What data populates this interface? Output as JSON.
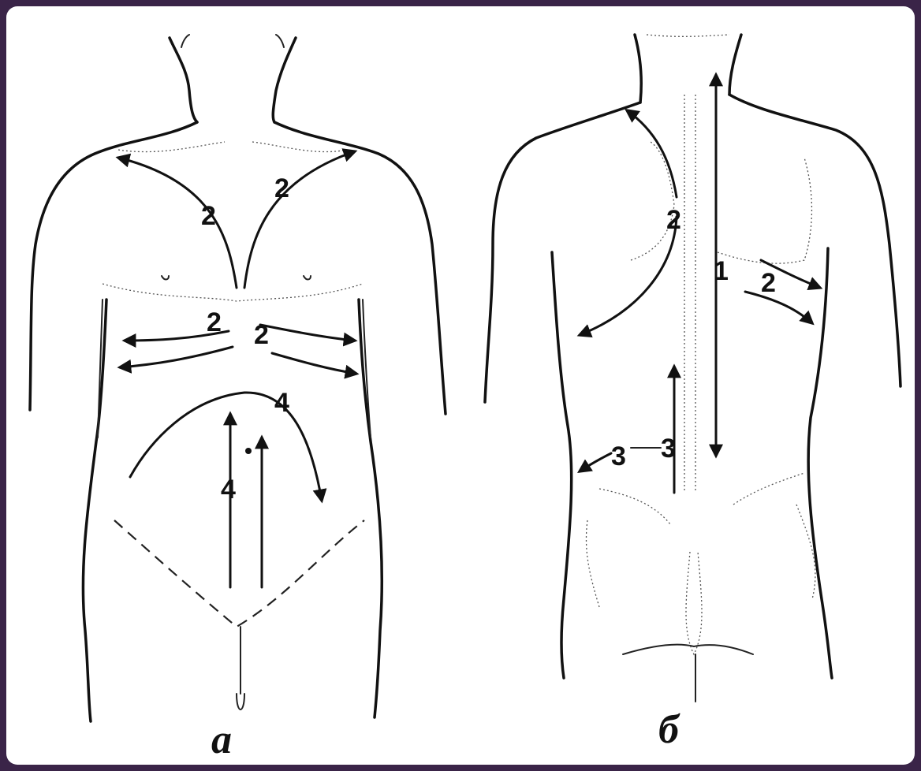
{
  "figure_a": {
    "caption": "а",
    "labels": {
      "upper_left": "2",
      "upper_right": "2",
      "mid_left": "2",
      "mid_right": "2",
      "abdomen_curve": "4",
      "abdomen_vertical": "4"
    }
  },
  "figure_b": {
    "caption": "б",
    "labels": {
      "spine_vertical": "1",
      "left_scapula": "2",
      "right_side": "2",
      "lumbar_left": "3",
      "lumbar_right": "3"
    }
  }
}
